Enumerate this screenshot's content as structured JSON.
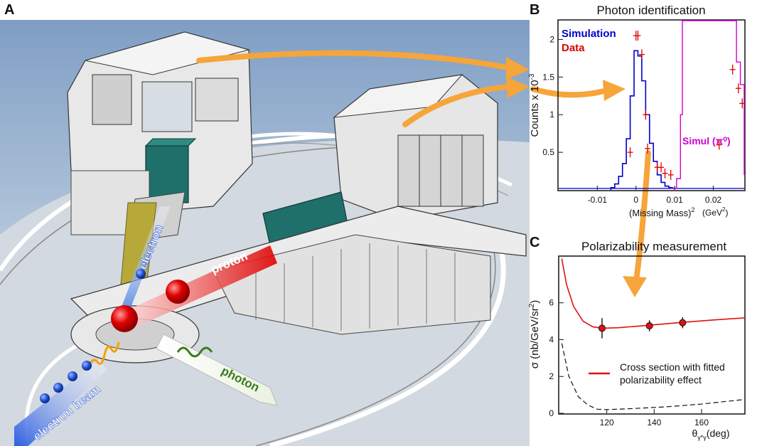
{
  "panels": {
    "a": {
      "letter": "A"
    },
    "b": {
      "letter": "B"
    },
    "c": {
      "letter": "C"
    }
  },
  "labels": {
    "electron": "electron",
    "proton": "proton",
    "photon": "photon",
    "electron_beam": "electron beam"
  },
  "colors": {
    "sky": "#9fb9d6",
    "floor": "#cfd7df",
    "detector_teal": "#1f6f6a",
    "proton_red": "#e00000",
    "electron_blue": "#1f4fd6",
    "photon_green": "#3c7a1e",
    "arrow_orange": "#f5a53a",
    "sim_blue": "#0000cc",
    "data_red": "#dd0000",
    "pi0_magenta": "#d000d0",
    "fit_red": "#e01010"
  },
  "chart_data": [
    {
      "type": "line",
      "title": "Photon identification",
      "xlabel": "(Missing Mass)",
      "xlabel_sup": "2",
      "xunit": "(GeV",
      "xunit_sup": "2",
      "xunit_end": ")",
      "ylabel": "Counts x 10",
      "ylabel_sup": "-3",
      "xlim": [
        -0.02,
        0.028
      ],
      "ylim": [
        0,
        2.25
      ],
      "xticks": [
        -0.01,
        0,
        0.01,
        0.02
      ],
      "xtick_labels": [
        "-0.01",
        "0",
        "0.01",
        "0.02"
      ],
      "yticks": [
        0.5,
        1,
        1.5,
        2
      ],
      "ytick_labels": [
        "0.5",
        "1",
        "1.5",
        "2"
      ],
      "legend": {
        "placement": "top-left",
        "entries": [
          "Simulation",
          "Data"
        ]
      },
      "annotation": "Simul (π⁰)",
      "series": [
        {
          "name": "Simulation",
          "x": [
            -0.006,
            -0.005,
            -0.004,
            -0.003,
            -0.002,
            -0.001,
            0.0,
            0.001,
            0.002,
            0.003,
            0.004,
            0.005,
            0.006,
            0.007,
            0.008,
            0.009,
            0.01
          ],
          "y": [
            0.03,
            0.08,
            0.18,
            0.35,
            0.68,
            1.25,
            1.85,
            1.78,
            1.45,
            1.0,
            0.62,
            0.38,
            0.2,
            0.1,
            0.05,
            0.03,
            0.02
          ]
        },
        {
          "name": "Data",
          "x": [
            -0.0015,
            0.0,
            0.0005,
            0.0015,
            0.0025,
            0.003,
            0.0055,
            0.0065,
            0.0075,
            0.009,
            0.0215,
            0.025,
            0.0265,
            0.0275
          ],
          "y": [
            0.5,
            2.05,
            2.05,
            1.8,
            1.0,
            0.55,
            0.3,
            0.3,
            0.22,
            0.2,
            0.6,
            1.6,
            1.35,
            1.15
          ]
        },
        {
          "name": "Simul (π⁰)",
          "x": [
            0.009,
            0.0105,
            0.0115,
            0.012,
            0.0125,
            0.02,
            0.025,
            0.026,
            0.027,
            0.028
          ],
          "y": [
            0.02,
            0.15,
            1.0,
            2.25,
            2.25,
            2.25,
            2.25,
            1.7,
            1.4,
            0.2
          ]
        }
      ]
    },
    {
      "type": "line",
      "title": "Polarizability measurement",
      "ylabel": "σ (nb/GeV/sr",
      "ylabel_sup": "2",
      "ylabel_end": ")",
      "xlabel": "θ",
      "xlabel_sub": "γ*γ",
      "xunit": "(deg)",
      "xlim": [
        100,
        178
      ],
      "ylim": [
        0,
        8.5
      ],
      "xticks": [
        120,
        140,
        160
      ],
      "xtick_labels": [
        "120",
        "140",
        "160"
      ],
      "yticks": [
        0,
        2,
        4,
        6
      ],
      "ytick_labels": [
        "0",
        "2",
        "4",
        "6"
      ],
      "legend": {
        "placement": "bottom-right",
        "entries": [
          "Cross section with fitted polarizability effect"
        ]
      },
      "legend_text": [
        "Cross section with fitted",
        "polarizability effect"
      ],
      "series": [
        {
          "name": "Cross section with fitted polarizability effect",
          "x": [
            101,
            103,
            106,
            110,
            114,
            118,
            125,
            135,
            150,
            165,
            178
          ],
          "y": [
            8.4,
            7.0,
            5.8,
            5.0,
            4.7,
            4.62,
            4.65,
            4.75,
            4.92,
            5.07,
            5.18
          ]
        },
        {
          "name": "",
          "x": [
            101,
            104,
            108,
            112,
            116,
            120,
            130,
            145,
            160,
            178
          ],
          "y": [
            3.8,
            2.0,
            0.9,
            0.45,
            0.22,
            0.2,
            0.25,
            0.35,
            0.5,
            0.75
          ]
        }
      ],
      "points": {
        "x": [
          118,
          138,
          152
        ],
        "y": [
          4.62,
          4.75,
          4.92
        ],
        "err": [
          0.55,
          0.3,
          0.3
        ]
      }
    }
  ]
}
